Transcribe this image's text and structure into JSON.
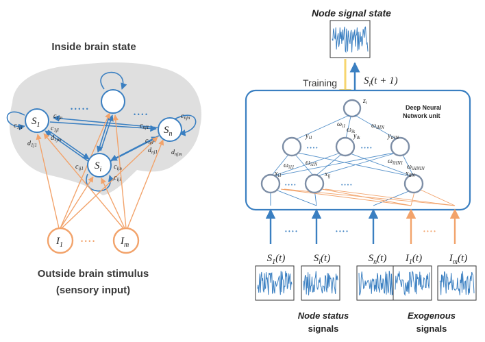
{
  "left": {
    "title": "Inside brain state",
    "bottom_title_line1": "Outside brain stimulus",
    "bottom_title_line2": "(sensory input)",
    "nodes": {
      "s1": "S",
      "s1_sub": "1",
      "si": "S",
      "si_sub": "i",
      "sn": "S",
      "sn_sub": "n",
      "i1": "I",
      "i1_sub": "1",
      "im": "I",
      "im_sub": "m"
    },
    "dots_top": "• • • • •",
    "dots_mid": "• • • •",
    "dots_bottom": "• • • •",
    "labels": {
      "c1i1": "c",
      "c1jn": "c",
      "c1ji": "c",
      "d1jm": "d",
      "d1j1": "d",
      "cnjn": "c",
      "cnj1": "c",
      "cnji": "c",
      "dnj1": "d",
      "dnjm": "d",
      "cij1": "c",
      "cijn": "c",
      "ciji": "c"
    },
    "label_subs": {
      "c1i1": "1j1",
      "c1jn": "1jn",
      "c1ji": "1ji",
      "d1jm": "1jm",
      "d1j1": "1j1",
      "cnjn": "njn",
      "cnj1": "nj1",
      "cnji": "nji",
      "dnj1": "nj1",
      "dnjm": "njm",
      "cij1": "ij1",
      "cijn": "ijn",
      "ciji": "iji"
    }
  },
  "right": {
    "top_title": "Node signal state",
    "training_label": "Training",
    "output_label": "S",
    "output_sub": "i",
    "output_arg": "(t + 1)",
    "box_title_line1": "Deep Neural",
    "box_title_line2": "Network unit",
    "z_label": "z",
    "z_sub": "i",
    "inputs": [
      {
        "name": "S",
        "sub": "1",
        "arg": "(t)"
      },
      {
        "name": "S",
        "sub": "i",
        "arg": "(t)"
      },
      {
        "name": "S",
        "sub": "n",
        "arg": "(t)"
      },
      {
        "name": "I",
        "sub": "1",
        "arg": "(t)"
      },
      {
        "name": "I",
        "sub": "m",
        "arg": "(t)"
      }
    ],
    "bottom_label_left_line1": "Node status",
    "bottom_label_left_line2": "signals",
    "bottom_label_right_line1": "Exogenous",
    "bottom_label_right_line2": "signals",
    "dots": "• • • •",
    "weights": {
      "w_i1": "ω",
      "w_ik": "ω",
      "w_iHN": "ω",
      "w_i11": "ω",
      "w_i1N": "ω",
      "w_iHN1": "ω",
      "w_iHNIN": "ω"
    },
    "hidden_labels": {
      "y_i1": "y",
      "y_ik": "y",
      "y_iHN": "y",
      "x_i1": "x",
      "x_ij": "x",
      "x_iIN": "x"
    }
  },
  "colors": {
    "blue": "#3a7fc1",
    "orange": "#f2a36b",
    "yellow": "#f7d56e",
    "node_gray": "#7d8ea6",
    "brain_gray": "#d9d9d9"
  }
}
